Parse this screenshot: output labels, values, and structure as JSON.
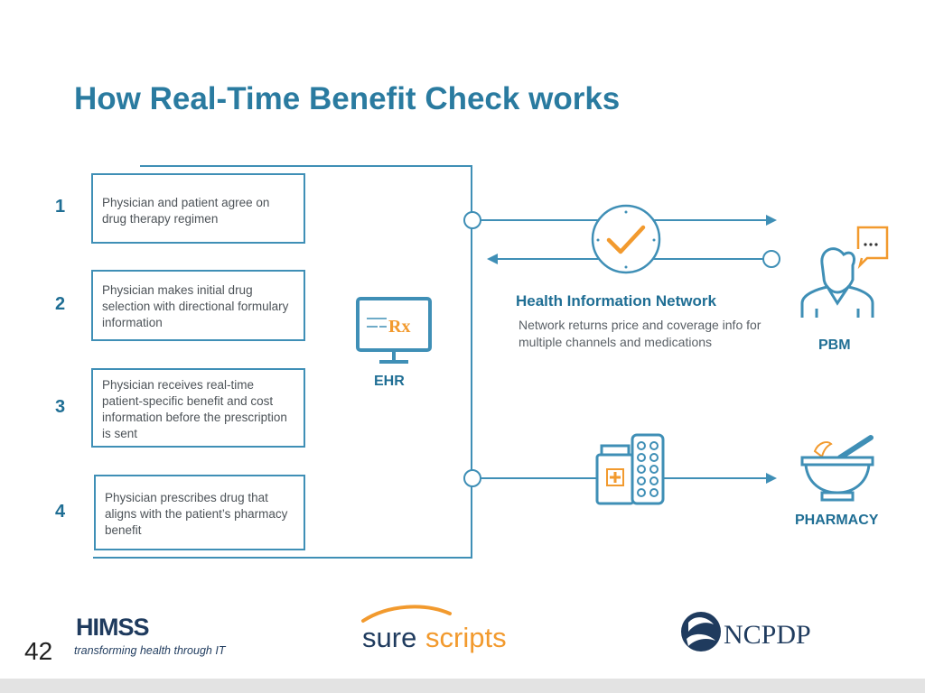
{
  "title": "How Real-Time Benefit Check works",
  "steps": [
    {
      "num": "1",
      "text": "Physician and patient agree on drug therapy regimen"
    },
    {
      "num": "2",
      "text": "Physician makes initial drug selection with directional formulary information"
    },
    {
      "num": "3",
      "text": "Physician receives real-time patient-specific benefit and cost information before the prescription is sent"
    },
    {
      "num": "4",
      "text": "Physician prescribes drug that aligns with the patient’s pharmacy benefit"
    }
  ],
  "ehr": {
    "label": "EHR"
  },
  "network": {
    "title": "Health Information Network",
    "description": "Network returns price and coverage info for multiple channels and medications"
  },
  "pbm": {
    "label": "PBM"
  },
  "pharmacy": {
    "label": "PHARMACY"
  },
  "footer": {
    "page_number": "42",
    "logos": {
      "himss": {
        "name": "HIMSS",
        "tagline": "transforming health through IT"
      },
      "surescripts": {
        "part1": "sure",
        "part2": "scripts"
      },
      "ncpdp": {
        "name": "NCPDP"
      }
    }
  },
  "colors": {
    "accent": "#2a7ba0",
    "line": "#3f8fb6",
    "orange": "#f29a2e",
    "dark": "#1f3b5e"
  }
}
